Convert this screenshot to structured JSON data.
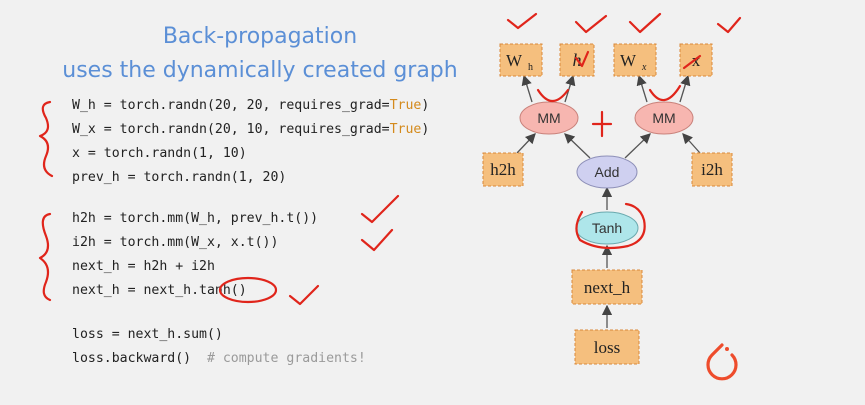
{
  "slide": {
    "title_line1": "Back-propagation",
    "title_line2": "uses the dynamically created graph",
    "code_block1": [
      {
        "text": "W_h = torch.randn(20, 20, requires_grad=",
        "kw": "True",
        "end": ")"
      },
      {
        "text": "W_x = torch.randn(20, 10, requires_grad=",
        "kw": "True",
        "end": ")"
      },
      {
        "text": "x = torch.randn(1, 10)",
        "kw": "",
        "end": ""
      },
      {
        "text": "prev_h = torch.randn(1, 20)",
        "kw": "",
        "end": ""
      }
    ],
    "code_block2": [
      "h2h = torch.mm(W_h, prev_h.t())",
      "i2h = torch.mm(W_x, x.t())",
      "next_h = h2h + i2h",
      "next_h = next_h.tanh()"
    ],
    "code_block3": [
      {
        "text": "loss = next_h.sum()",
        "comment": ""
      },
      {
        "text": "loss.backward()",
        "comment": "# compute gradients!"
      }
    ]
  },
  "graph": {
    "inputs": {
      "w_h": {
        "label": "W",
        "sub": "h"
      },
      "h": {
        "label": "h"
      },
      "w_x": {
        "label": "W",
        "sub": "x"
      },
      "x": {
        "label": "x"
      }
    },
    "mm_left": "MM",
    "mm_right": "MM",
    "h2h": "h2h",
    "i2h": "i2h",
    "add": "Add",
    "tanh": "Tanh",
    "next_h": "next_h",
    "loss": "loss"
  },
  "colors": {
    "title": "#5b8fd6",
    "keyword": "#d48a1c",
    "box_fill": "#f5bf7e",
    "box_border": "#d9893a",
    "mm_fill": "#f7b6b0",
    "add_fill": "#cfd0f0",
    "tanh_fill": "#aee6ea",
    "annotation": "#e0251b",
    "logo": "#ee4c2c"
  },
  "icons": {
    "logo": "pytorch-flame-icon"
  }
}
